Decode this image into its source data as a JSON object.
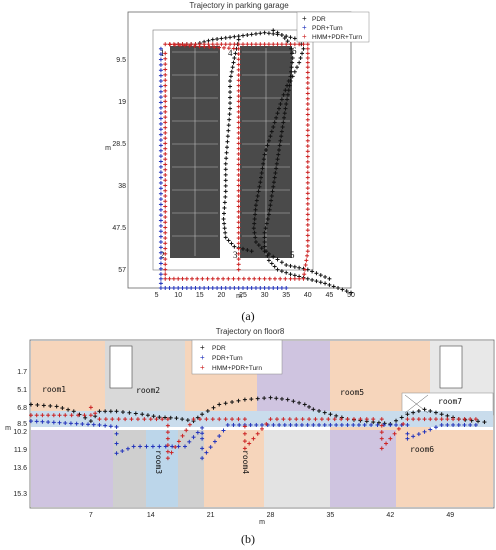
{
  "chart_data": [
    {
      "type": "scatter",
      "title": "Trajectory in parking garage",
      "xlabel": "m",
      "ylabel": "m",
      "xlim": [
        0,
        50
      ],
      "ylim": [
        0,
        60
      ],
      "y_reversed": true,
      "xticks": [
        "5",
        "10",
        "15",
        "20",
        "25",
        "30",
        "35",
        "40",
        "45",
        "50"
      ],
      "yticks": [
        "9.5",
        "19",
        "28.5",
        "38",
        "47.5",
        "57"
      ],
      "slot_labels": [
        "1",
        "4",
        "6",
        "2",
        "3",
        "5"
      ],
      "legend": [
        "PDR",
        "PDR+Turn",
        "HMM+PDR+Turn"
      ],
      "caption": "(a)",
      "series": [
        {
          "name": "PDR",
          "color": "#111111",
          "points": [
            [
              10,
              7
            ],
            [
              14,
              7
            ],
            [
              18,
              6
            ],
            [
              22,
              5.5
            ],
            [
              26,
              5
            ],
            [
              30,
              4.5
            ],
            [
              34,
              5
            ],
            [
              38,
              6
            ],
            [
              39,
              8
            ],
            [
              38,
              11
            ],
            [
              36,
              15
            ],
            [
              35,
              20
            ],
            [
              34,
              26
            ],
            [
              33,
              32
            ],
            [
              32,
              38
            ],
            [
              31,
              44
            ],
            [
              30,
              48
            ],
            [
              30,
              51
            ],
            [
              31,
              54
            ],
            [
              33,
              56
            ],
            [
              36,
              57
            ],
            [
              40,
              58
            ],
            [
              44,
              59
            ],
            [
              47,
              60
            ],
            [
              50,
              61
            ]
          ]
        },
        {
          "name": "PDR",
          "color": "#111111",
          "points": [
            [
              32,
              4
            ],
            [
              34,
              5
            ],
            [
              36,
              7
            ],
            [
              36.5,
              10
            ],
            [
              36,
              14
            ],
            [
              34,
              19
            ],
            [
              32,
              25
            ],
            [
              30,
              31
            ],
            [
              29,
              37
            ],
            [
              28,
              42
            ],
            [
              27.5,
              47
            ],
            [
              28,
              50
            ],
            [
              30,
              52
            ],
            [
              35,
              55
            ],
            [
              40,
              56
            ],
            [
              45,
              58
            ]
          ]
        },
        {
          "name": "PDR",
          "color": "#111111",
          "points": [
            [
              24,
              6
            ],
            [
              23,
              10
            ],
            [
              22,
              15
            ],
            [
              22,
              21
            ],
            [
              21.5,
              27
            ],
            [
              21,
              33
            ],
            [
              21,
              39
            ],
            [
              20.5,
              45
            ],
            [
              21,
              49
            ],
            [
              23,
              51
            ],
            [
              27,
              52
            ]
          ]
        },
        {
          "name": "PDR+Turn",
          "color": "#2233bb",
          "points": [
            [
              6,
              8
            ],
            [
              6,
              15
            ],
            [
              6,
              22
            ],
            [
              6,
              29
            ],
            [
              6,
              36
            ],
            [
              6,
              43
            ],
            [
              6,
              50
            ],
            [
              6,
              57
            ],
            [
              6,
              60
            ],
            [
              10,
              60
            ],
            [
              15,
              60
            ],
            [
              20,
              60
            ],
            [
              25,
              60
            ],
            [
              30,
              60
            ],
            [
              35,
              60
            ]
          ]
        },
        {
          "name": "HMM+PDR+Turn",
          "color": "#cc2222",
          "points": [
            [
              7,
              9
            ],
            [
              7,
              16
            ],
            [
              7,
              24
            ],
            [
              7,
              32
            ],
            [
              7,
              40
            ],
            [
              7,
              48
            ],
            [
              7,
              56
            ],
            [
              7,
              58
            ],
            [
              12,
              58
            ],
            [
              18,
              58
            ],
            [
              24,
              58
            ],
            [
              30,
              58
            ],
            [
              36,
              58
            ],
            [
              39,
              58
            ],
            [
              40,
              52
            ],
            [
              40,
              44
            ],
            [
              40,
              36
            ],
            [
              40,
              28
            ],
            [
              40,
              20
            ],
            [
              40,
              12
            ],
            [
              40,
              7
            ],
            [
              35,
              7
            ],
            [
              30,
              7
            ],
            [
              25,
              7
            ],
            [
              20,
              7
            ],
            [
              15,
              7
            ],
            [
              10,
              7
            ],
            [
              7,
              7
            ],
            [
              24,
              8
            ],
            [
              24,
              16
            ],
            [
              24,
              24
            ],
            [
              24,
              32
            ],
            [
              24,
              40
            ],
            [
              24,
              48
            ],
            [
              24,
              56
            ]
          ]
        }
      ]
    },
    {
      "type": "scatter",
      "title": "Trajectory on floor8",
      "xlabel": "m",
      "ylabel": "m",
      "xlim": [
        0,
        54
      ],
      "ylim": [
        0,
        17
      ],
      "y_reversed": true,
      "xticks": [
        "7",
        "14",
        "21",
        "28",
        "35",
        "42",
        "49"
      ],
      "yticks": [
        "1.7",
        "5.1",
        "6.8",
        "8.5",
        "10.2",
        "11.9",
        "13.6",
        "15.3"
      ],
      "rooms": [
        "room1",
        "room2",
        "room3",
        "room4",
        "room5",
        "room6",
        "room7"
      ],
      "legend": [
        "PDR",
        "PDR+Turn",
        "HMM+PDR+Turn"
      ],
      "caption": "(b)",
      "series": [
        {
          "name": "PDR",
          "color": "#111111",
          "points": [
            [
              0,
              6.5
            ],
            [
              3,
              6.7
            ],
            [
              5,
              7.2
            ],
            [
              7,
              8.2
            ],
            [
              8,
              7.2
            ],
            [
              10,
              7.2
            ],
            [
              13,
              7.5
            ],
            [
              15,
              7.8
            ],
            [
              17,
              7.9
            ],
            [
              19,
              8.2
            ],
            [
              20,
              7.5
            ],
            [
              22,
              6.5
            ],
            [
              25,
              6
            ],
            [
              28,
              5.8
            ],
            [
              30,
              6
            ],
            [
              32,
              6.5
            ],
            [
              33,
              7
            ],
            [
              35,
              7.5
            ],
            [
              37,
              8
            ],
            [
              40,
              8.3
            ],
            [
              42,
              8.5
            ],
            [
              44,
              7.5
            ],
            [
              46,
              7
            ],
            [
              48,
              7.5
            ],
            [
              50,
              8
            ],
            [
              53,
              8.3
            ]
          ]
        },
        {
          "name": "PDR+Turn",
          "color": "#2233bb",
          "points": [
            [
              0,
              8.2
            ],
            [
              4,
              8.4
            ],
            [
              8,
              8.6
            ],
            [
              10,
              8.8
            ],
            [
              10,
              9.5
            ],
            [
              10,
              10.5
            ],
            [
              10,
              11.5
            ],
            [
              12,
              10.8
            ],
            [
              15,
              10.8
            ],
            [
              18,
              10.8
            ],
            [
              20,
              8.9
            ],
            [
              20,
              10
            ],
            [
              20,
              11
            ],
            [
              20,
              12
            ],
            [
              23,
              8.6
            ],
            [
              27,
              8.6
            ],
            [
              31,
              8.6
            ],
            [
              35,
              8.6
            ],
            [
              39,
              8.6
            ],
            [
              42,
              8.6
            ],
            [
              44,
              8.6
            ],
            [
              44,
              9.5
            ],
            [
              44,
              10
            ],
            [
              48,
              8.6
            ],
            [
              52,
              8.6
            ]
          ]
        },
        {
          "name": "HMM+PDR+Turn",
          "color": "#cc2222",
          "points": [
            [
              0,
              7.6
            ],
            [
              4,
              7.6
            ],
            [
              7,
              7.6
            ],
            [
              7,
              6.8
            ],
            [
              8,
              8
            ],
            [
              11,
              8
            ],
            [
              14,
              8
            ],
            [
              16,
              8
            ],
            [
              16,
              10
            ],
            [
              16,
              12
            ],
            [
              19,
              8
            ],
            [
              22,
              8
            ],
            [
              25,
              8
            ],
            [
              25,
              9.5
            ],
            [
              25,
              11
            ],
            [
              28,
              8
            ],
            [
              31,
              8
            ],
            [
              34,
              8
            ],
            [
              37,
              8
            ],
            [
              40,
              8
            ],
            [
              41,
              8
            ],
            [
              41,
              10
            ],
            [
              41,
              11
            ],
            [
              44,
              8
            ],
            [
              48,
              8
            ],
            [
              52,
              8
            ]
          ]
        }
      ]
    }
  ]
}
